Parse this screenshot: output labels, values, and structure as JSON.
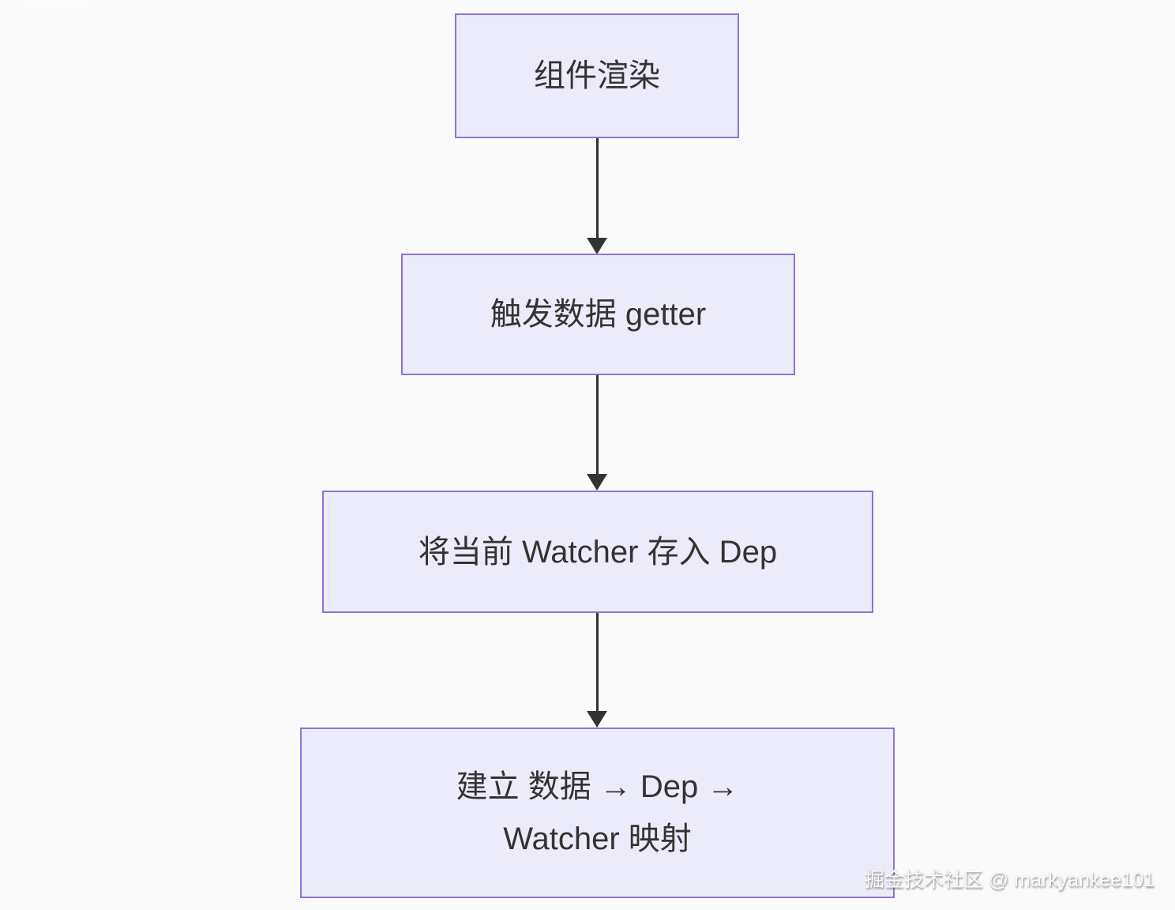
{
  "background": "#fafafa",
  "diagram": {
    "type": "flowchart",
    "direction": "top-down",
    "node_fill_color": "#ECEBF9",
    "node_border_color": "#9370DB",
    "node_text_color": "#333333",
    "arrow_color": "#333333",
    "nodes": [
      {
        "id": "n1",
        "lines": [
          "组件渲染"
        ]
      },
      {
        "id": "n2",
        "lines": [
          "触发数据 getter"
        ]
      },
      {
        "id": "n3",
        "lines": [
          "将当前 Watcher 存入 Dep"
        ]
      },
      {
        "id": "n4",
        "lines": [
          "建立 数据 → Dep →",
          "Watcher 映射"
        ]
      }
    ],
    "edges": [
      {
        "from": "n1",
        "to": "n2"
      },
      {
        "from": "n2",
        "to": "n3"
      },
      {
        "from": "n3",
        "to": "n4"
      }
    ]
  },
  "watermark": {
    "text": "掘金技术社区 @ markyankee101"
  }
}
